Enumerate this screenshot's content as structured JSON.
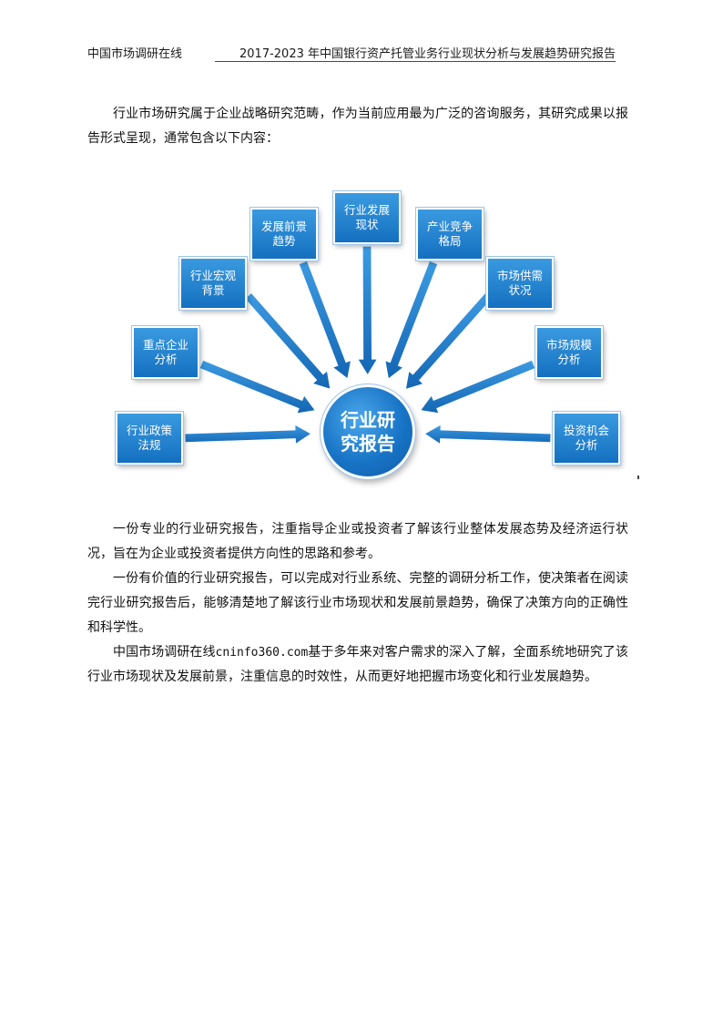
{
  "header": {
    "left": "中国市场调研在线",
    "right": "2017-2023 年中国银行资产托管业务行业现状分析与发展趋势研究报告"
  },
  "intro": "行业市场研究属于企业战略研究范畴，作为当前应用最为广泛的咨询服务，其研究成果以报告形式呈现，通常包含以下内容：",
  "diagram": {
    "center": "行业研究报告",
    "nodes": [
      "行业政策法规",
      "重点企业分析",
      "行业宏观背景",
      "发展前景趋势",
      "行业发展现状",
      "产业竞争格局",
      "市场供需状况",
      "市场规模分析",
      "投资机会分析"
    ]
  },
  "paragraphs": {
    "p2": "一份专业的行业研究报告，注重指导企业或投资者了解该行业整体发展态势及经济运行状况，旨在为企业或投资者提供方向性的思路和参考。",
    "p3": "一份有价值的行业研究报告，可以完成对行业系统、完整的调研分析工作，使决策者在阅读完行业研究报告后，能够清楚地了解该行业市场现状和发展前景趋势，确保了决策方向的正确性和科学性。",
    "p4_prefix": "中国市场调研在线",
    "p4_site": "cninfo360.com",
    "p4_suffix": "基于多年来对客户需求的深入了解，全面系统地研究了该行业市场现状及发展前景，注重信息的时效性，从而更好地把握市场变化和行业发展趋势。"
  },
  "colors": {
    "node_fill": "#1e7fd0",
    "arrow": "#1a6fc0",
    "header_rule": "#1f4e8c"
  }
}
